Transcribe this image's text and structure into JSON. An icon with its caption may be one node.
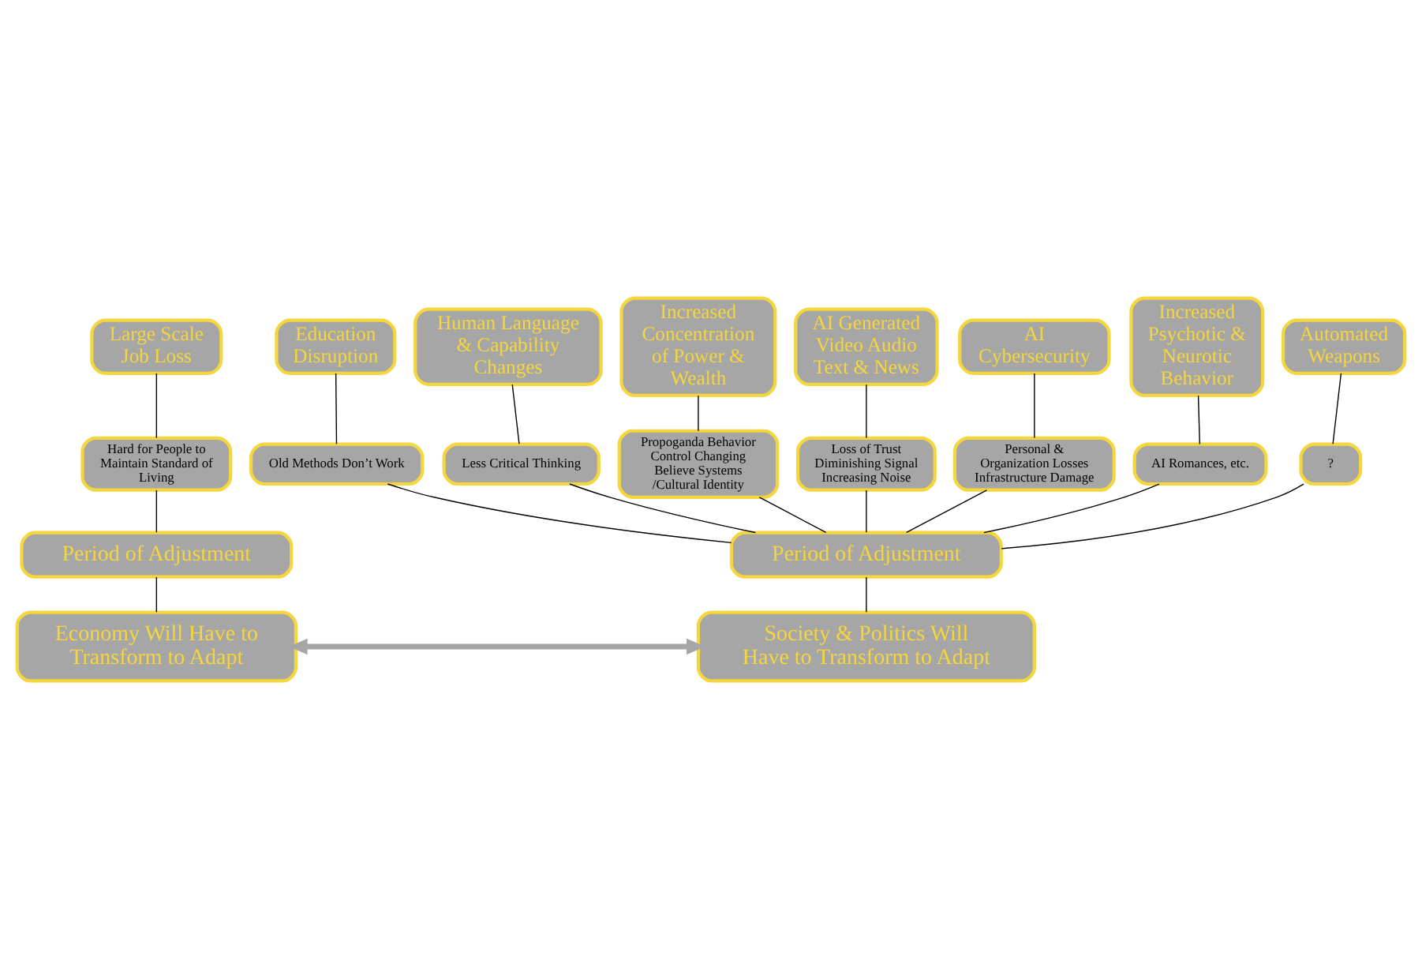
{
  "diagram": {
    "nodes": [
      {
        "text": [
          "Large Scale Job Loss"
        ]
      },
      {
        "text": [
          "Increased Concentration of Power & Wealth"
        ]
      },
      {
        "text": [
          "AI Generated Video Audio Text & News"
        ]
      },
      {
        "text": [
          "Education Disruption"
        ]
      },
      {
        "text": [
          "Human Language & Capability Changes"
        ]
      },
      {
        "text": [
          "Increased Psychotic & Neurotic Behavior"
        ]
      },
      {
        "text": [
          "AI Cybersecurity"
        ]
      },
      {
        "text": [
          "Automated Weapons"
        ]
      },
      {
        "text": [
          "Old Methods Don’t Work"
        ]
      },
      {
        "text": [
          "Less Critical Thinking"
        ]
      },
      {
        "text": [
          "Hard for People to Maintain Standard of Living"
        ]
      },
      {
        "text": [
          "Propoganda Behavior Control Changing Believe Systems /Cultural Identity"
        ]
      },
      {
        "text": [
          "Loss of Trust Diminishing Signal Increasing Noise"
        ]
      },
      {
        "text": [
          "Personal & Organization Losses Infrastructure Damage"
        ]
      },
      {
        "text": [
          "AI Romances, etc."
        ]
      },
      {
        "text": [
          "?"
        ]
      },
      {
        "text": [
          "Period of Adjustment"
        ]
      },
      {
        "text": [
          "Period of Adjustment"
        ]
      },
      {
        "text": [
          "Economy Will Have to Transform to Adapt"
        ]
      },
      {
        "text": [
          "Society & Politics Will Have to Transform to Adapt"
        ]
      }
    ],
    "edges": [
      {
        "from": 0,
        "to": 10,
        "arrow": "none"
      },
      {
        "from": 10,
        "to": 16,
        "arrow": "none"
      },
      {
        "from": 1,
        "to": 11,
        "arrow": "none"
      },
      {
        "from": 11,
        "to": 17,
        "arrow": "none"
      },
      {
        "from": 2,
        "to": 12,
        "arrow": "none"
      },
      {
        "from": 12,
        "to": 17,
        "arrow": "none"
      },
      {
        "from": 3,
        "to": 8,
        "arrow": "none"
      },
      {
        "from": 8,
        "to": 17,
        "arrow": "none"
      },
      {
        "from": 4,
        "to": 9,
        "arrow": "none"
      },
      {
        "from": 9,
        "to": 17,
        "arrow": "none"
      },
      {
        "from": 5,
        "to": 14,
        "arrow": "none"
      },
      {
        "from": 14,
        "to": 17,
        "arrow": "none"
      },
      {
        "from": 6,
        "to": 13,
        "arrow": "none"
      },
      {
        "from": 13,
        "to": 17,
        "arrow": "none"
      },
      {
        "from": 7,
        "to": 15,
        "arrow": "none"
      },
      {
        "from": 15,
        "to": 17,
        "arrow": "none"
      },
      {
        "from": 16,
        "to": 18,
        "arrow": "none"
      },
      {
        "from": 17,
        "to": 19,
        "arrow": "none"
      },
      {
        "from": 18,
        "to": 19,
        "arrow": "both",
        "style": "thick",
        "color": "#a6a6a6"
      }
    ]
  }
}
